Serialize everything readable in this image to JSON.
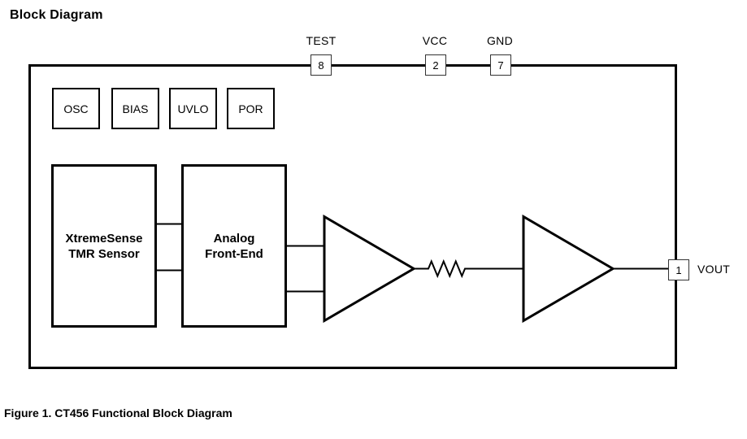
{
  "page": {
    "title": "Block Diagram",
    "caption": "Figure 1. CT456 Functional Block Diagram"
  },
  "pins": {
    "test": {
      "label": "TEST",
      "number": "8"
    },
    "vcc": {
      "label": "VCC",
      "number": "2"
    },
    "gnd": {
      "label": "GND",
      "number": "7"
    },
    "vout": {
      "label": "VOUT",
      "number": "1"
    }
  },
  "support_blocks": {
    "osc": "OSC",
    "bias": "BIAS",
    "uvlo": "UVLO",
    "por": "POR"
  },
  "main_blocks": {
    "sensor": {
      "line1": "XtremeSense",
      "line2": "TMR Sensor"
    },
    "afe": {
      "line1": "Analog",
      "line2": "Front-End"
    }
  },
  "colors": {
    "line": "#000000",
    "background": "#ffffff",
    "text": "#000000",
    "pin_border": "#333333"
  }
}
